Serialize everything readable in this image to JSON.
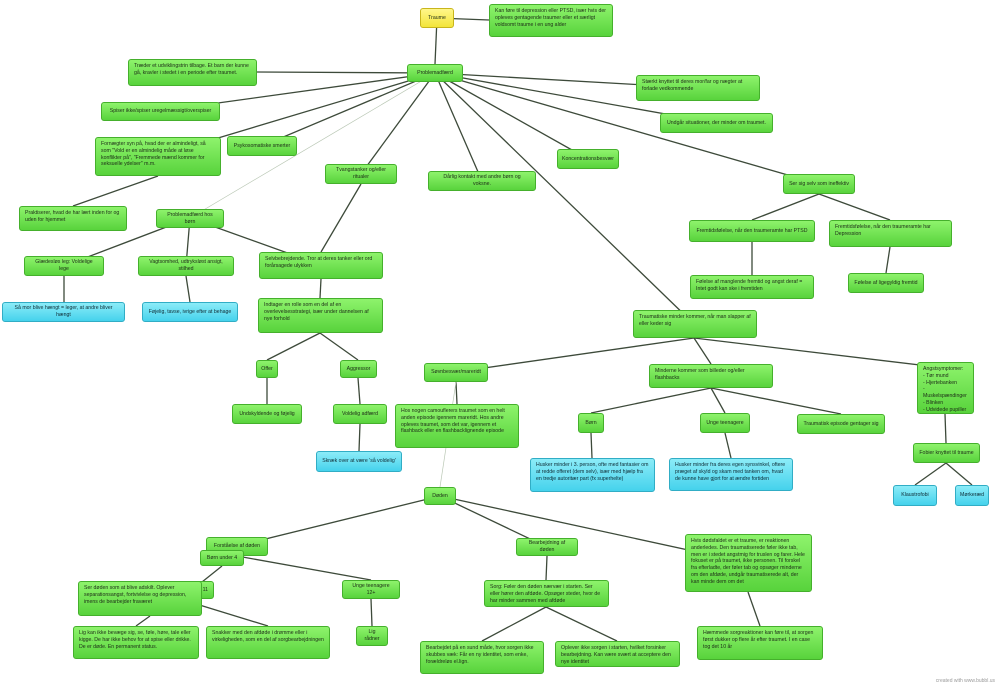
{
  "watermark": "created with www.bubbl.us",
  "nodes": {
    "traume": "Traume",
    "traume_note": "Kan føre til depression eller PTSD, især hvis der opleves gentagende traumer eller et særligt voldsomt traume i en ung alder",
    "problemadfaerd": "Problemadfærd",
    "regression": "Træder et udviklingstrin tilbage. Et barn der kunne gå, kravler i stedet i en periode efter traumet.",
    "staerkt_knyttet": "Stærkt knyttet til deres mor/far og nægter at forlade vedkommende",
    "spiser": "Spiser ikke/spiser uregelmæssigt/overspiser",
    "undgaar": "Undgår situationer, der minder om traumet.",
    "fornaegter": "Fornægter syn på, hvad der er almindeligt, så som \"Vold er en almindelig måde at løse konflikter på\", \"Fremmede mænd kommer for seksuelle ydelser\" m.m.",
    "psykosomatiske": "Psykosomatiske smerter",
    "koncentration": "Koncentrationsbesvær",
    "tvangstanker": "Tvangstanker og/eller ritualer",
    "daarlig_kontakt": "Dårlig kontakt med andre børn og voksne.",
    "ineffektiv": "Ser sig selv som ineffektiv",
    "praktiserer": "Praktiserer, hvad de har lært inden for og uden for hjemmet",
    "problem_boern": "Problemadfærd hos børn",
    "fremtid_ptsd": "Fremtidsfølelse, når den traumeramte har PTSD",
    "fremtid_depression": "Fremtidsfølelse, når den traumeramte har Depression",
    "glaedesloes": "Glædesløs leg: Voldelige lege",
    "vagtsomhed": "Vagtsomhed, udtryksløst ansigt, stilhed",
    "selvbebrejdende": "Selvbebrejdende. Tror at deres tanker eller ord forårsagede ulykken",
    "foelelse_manglende": "Følelse af manglende fremtid og angst deraf = Intet godt kan ske i fremtiden",
    "foelelse_ligegyldig": "Følelse af ligegyldig fremtid",
    "saa_mor": "Så mor blive hængt = leger, at andre bliver hængt",
    "fojelig": "Føjelig, tavse, ivrige efter at behage",
    "indtager_rolle": "Indtager en rolle som en del af en overlevelsesstrategi, især under dannelsen af nye forhold",
    "traumatiske_minder": "Traumatiske minder kommer, når man slapper af eller keder sig",
    "offer": "Offer",
    "aggressor": "Aggressor",
    "sovnbesvaer": "Søvnbesvær/mareridt",
    "mindre_billeder": "Minderne kommer som billeder og/eller flashbacks",
    "angst": "Angstsymptomer:\n- Tør mund\n- Hjertebanken\n- Muskelspændinger\n- Blinken\n- Udvidede pupiller",
    "undskyldende": "Undskyldende og føjelig",
    "voldelig_adfaerd": "Voldelig adfærd",
    "hos_nogen": "Hos nogen camouflerers traumet som en helt anden episode igennem mareridt. Hos andre opleves traumet, som det var, igennem et flashback eller en flashbacklignende episode",
    "boern": "Børn",
    "unge_teenagere": "Unge teenagere",
    "traumatisk_gentager": "Traumatisk episode gentager sig",
    "fobier": "Fobier knyttet til traume",
    "skraek": "Skræk over at være 'så voldelig'",
    "husker_3person": "Husker minder i 3. person, ofte med fantasier om at redde offeret (dem selv), især med hjælp fra en tredje autoritær part (fx superhelte)",
    "husker_synsvinkel": "Husker minder fra deres egen synsvinkel, oftere præget af skyld og skam med tanken om, hvad de kunne have gjort for at ændre fortiden",
    "klaustrofobi": "Klaustrofobi",
    "moerkerad": "Mørkeræd",
    "doeden": "Døden",
    "forstaaelse": "Forståelse af døden",
    "boern_under_4": "Børn under 4",
    "hvis_doedsfaldet": "Hvis dødsfaldet er et traume, er reaktionen anderledes. Den traumatiserede føler ikke tab, men er i stedet angstmig for truslen og farer. Hele fokuset er på traumet, ikke personen. Til forskel fra efterladte, der føler tab og opsøger minderne om den afdøde, undgår traumatiserede alt, der kan minde dem om det",
    "bearbejdning": "Bearbejdning af døden",
    "ser_doeden": "Ser døden som at blive adskilt. Oplever separationsangst, fortvivlelse og depression, imens de bearbejder fraværet",
    "hidden_11": "11",
    "unge_12": "Unge teenagere 12+",
    "sorg": "Sorg: Føler den døden nærvær i starten. Ser eller hører den afdøde. Opsøger steder, hvor de har minder sammen med afdøde",
    "lig_kan": "Lig kan ikke bevæge sig, se, føle, høre, tale eller kigge. De har ikke behov for at spise eller drikke. De er døde. En permanent status.",
    "snakker": "Snakker med den afdøde i drømme eller i virkeligheden, som en del af sorgbearbejdningen",
    "lig_raadner": "Lig rådner",
    "hoemmede": "Hæmmede sorgreaktioner kan føre til, at sorgen først dukker op flere år efter traumet. I en case tog det 10 år",
    "bearbejdet": "Bearbejdet på en sund måde, hvor sorgen ikke skubbes væk: Får en ny identitet, som enke, forældreløs el.lign.",
    "oplever_ikke": "Oplever ikke sorgen i starten, hvilket forsinker bearbejdning. Kan være svært at acceptere den nye identitet"
  }
}
